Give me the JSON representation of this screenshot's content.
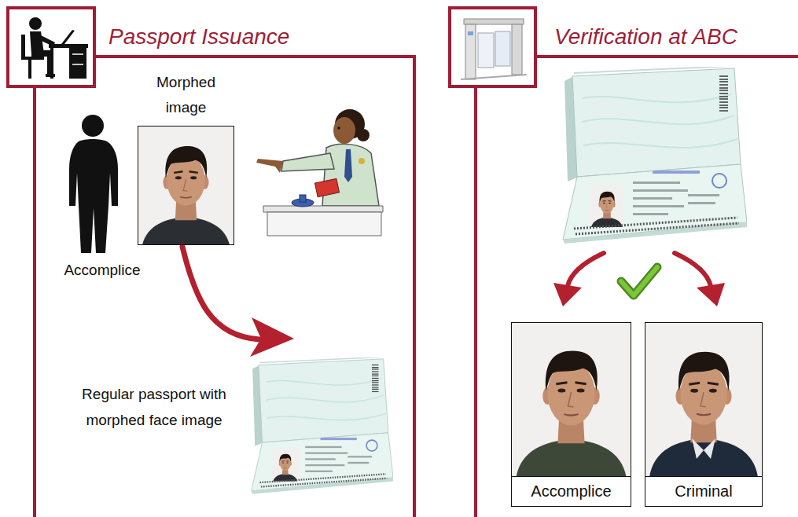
{
  "diagram": {
    "nodes": [
      {
        "text": [
          "Passport Issuance"
        ]
      },
      {
        "text": [
          "Morphed image"
        ],
        "in": 0
      },
      {
        "text": [
          "Verification at ABC"
        ]
      },
      {
        "text": [
          "Accomplice"
        ],
        "in": 2
      },
      {
        "text": [
          "Criminal"
        ],
        "in": 2
      }
    ],
    "labels": [
      "Accomplice",
      "Regular passport with morphed face image"
    ]
  }
}
